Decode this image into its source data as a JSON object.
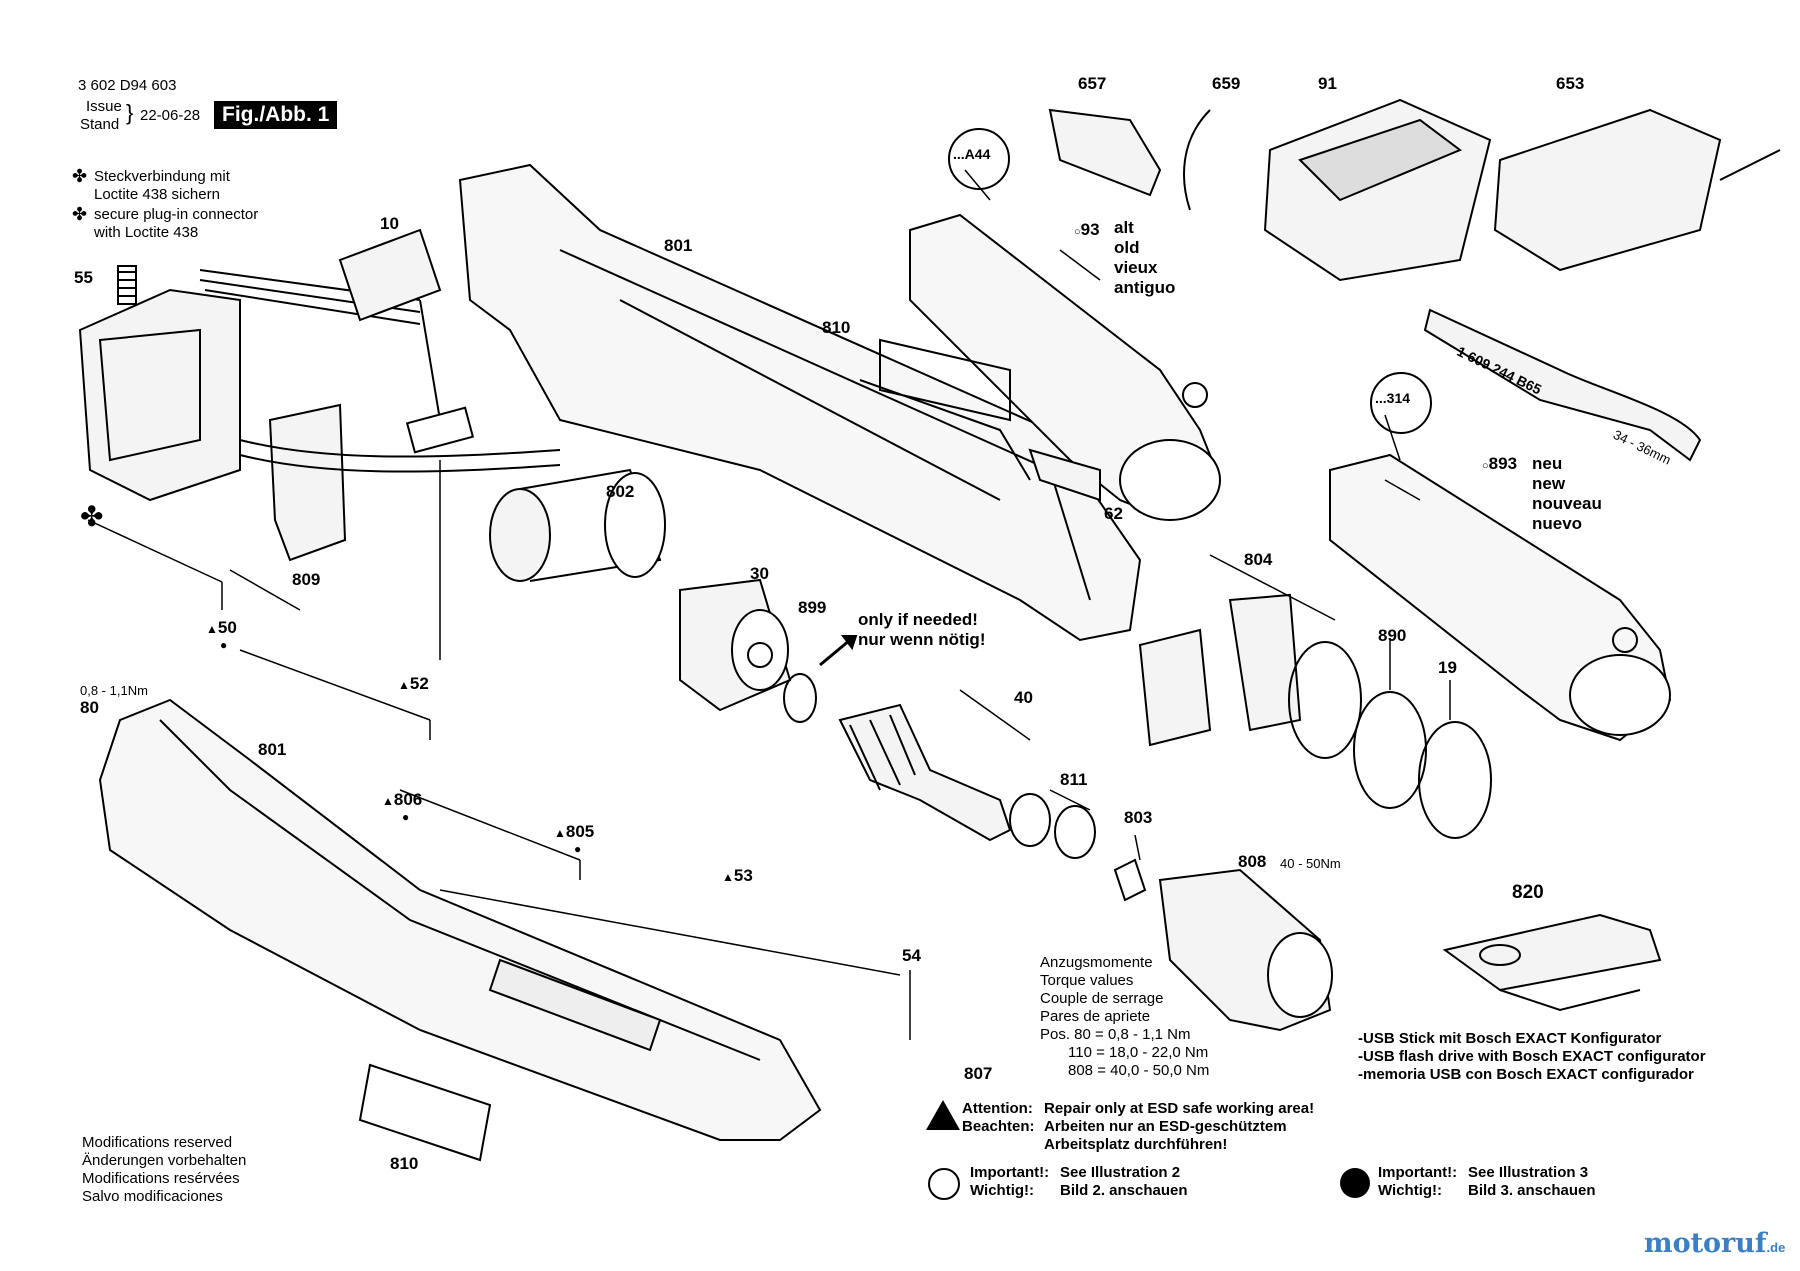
{
  "header": {
    "doc_number": "3 602 D94 603",
    "issue_label": "Issue",
    "stand_label": "Stand",
    "date": "22-06-28",
    "fig_label": "Fig./Abb. 1"
  },
  "note_loctite": {
    "de_line1": "Steckverbindung mit",
    "de_line2": "Loctite 438 sichern",
    "en_line1": "secure plug-in connector",
    "en_line2": "with Loctite 438"
  },
  "parts": {
    "p10": "10",
    "p55": "55",
    "p801a": "801",
    "p810a": "810",
    "p809": "809",
    "p50": "50",
    "p52": "52",
    "p802": "802",
    "p30": "30",
    "p899": "899",
    "p40": "40",
    "p811": "811",
    "p803": "803",
    "p808": "808",
    "p808_torque": "40 - 50Nm",
    "p62": "62",
    "p804": "804",
    "p890": "890",
    "p19": "19",
    "p80": "80",
    "p80_torque": "0,8 - 1,1Nm",
    "p801b": "801",
    "p806": "806",
    "p805": "805",
    "p53": "53",
    "p54": "54",
    "p807": "807",
    "p810b": "810",
    "p820": "820",
    "p657": "657",
    "p659": "659",
    "p91": "91",
    "p653": "653",
    "pA44": "...A44",
    "p314": "...314",
    "p93": "93",
    "p893": "893",
    "wrench_code": "1 609 244 B65",
    "wrench_size": "34 - 36mm"
  },
  "old_label": {
    "l1": "alt",
    "l2": "old",
    "l3": "vieux",
    "l4": "antiguo"
  },
  "new_label": {
    "l1": "neu",
    "l2": "new",
    "l3": "nouveau",
    "l4": "nuevo"
  },
  "only_if_needed": {
    "en": "only if needed!",
    "de": "nur wenn nötig!"
  },
  "torque": {
    "de": "Anzugsmomente",
    "en": "Torque values",
    "fr": "Couple de serrage",
    "es": "Pares de apriete",
    "row1": "Pos. 80 =   0,8 -   1,1 Nm",
    "row2": "110 = 18,0 - 22,0 Nm",
    "row3": "808 = 40,0 - 50,0 Nm"
  },
  "usb": {
    "de": "-USB Stick mit Bosch EXACT Konfigurator",
    "en": "-USB flash drive with Bosch EXACT configurator",
    "es": "-memoria USB con Bosch EXACT configurador"
  },
  "attention": {
    "label_en": "Attention:",
    "label_de": "Beachten:",
    "text_en": "Repair only at ESD safe working area!",
    "text_de1": "Arbeiten nur an ESD-geschütztem",
    "text_de2": "Arbeitsplatz durchführen!"
  },
  "important_open": {
    "label_en": "Important!:",
    "label_de": "Wichtig!:",
    "text_en": "See Illustration 2",
    "text_de": "Bild 2. anschauen"
  },
  "important_filled": {
    "label_en": "Important!:",
    "label_de": "Wichtig!:",
    "text_en": "See Illustration 3",
    "text_de": "Bild 3. anschauen"
  },
  "modifications": {
    "en": "Modifications reserved",
    "de": "Änderungen vorbehalten",
    "fr": "Modifications resérvées",
    "es": "Salvo modificaciones"
  },
  "brand": {
    "name": "motoruf",
    "tld": ".de"
  },
  "icons": {
    "clover": "clover-icon",
    "triangle": "warning-triangle-icon",
    "open_circle": "open-circle-icon",
    "filled_circle": "filled-circle-icon"
  }
}
